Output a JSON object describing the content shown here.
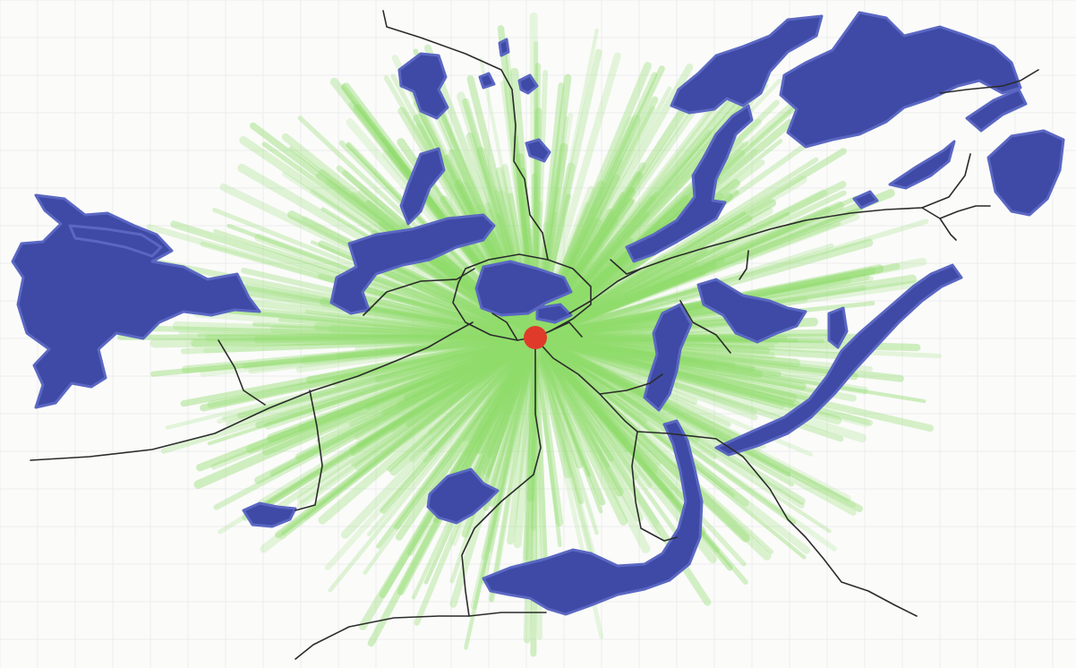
{
  "map": {
    "style": "hand-drawn marker sketch on grid paper",
    "colors": {
      "paper": "#fbfbfa",
      "grid": "#eceeee",
      "lake": "#3f4aa6",
      "lake_highlight": "#5a67c2",
      "radiation": "#8fdc6a",
      "road": "#2b2b2b",
      "center": "#e03a2a"
    },
    "layers": [
      "paper-grid",
      "green-radiation",
      "lakes",
      "roads",
      "center-point"
    ],
    "icons": {
      "center": "red-dot-icon"
    }
  }
}
